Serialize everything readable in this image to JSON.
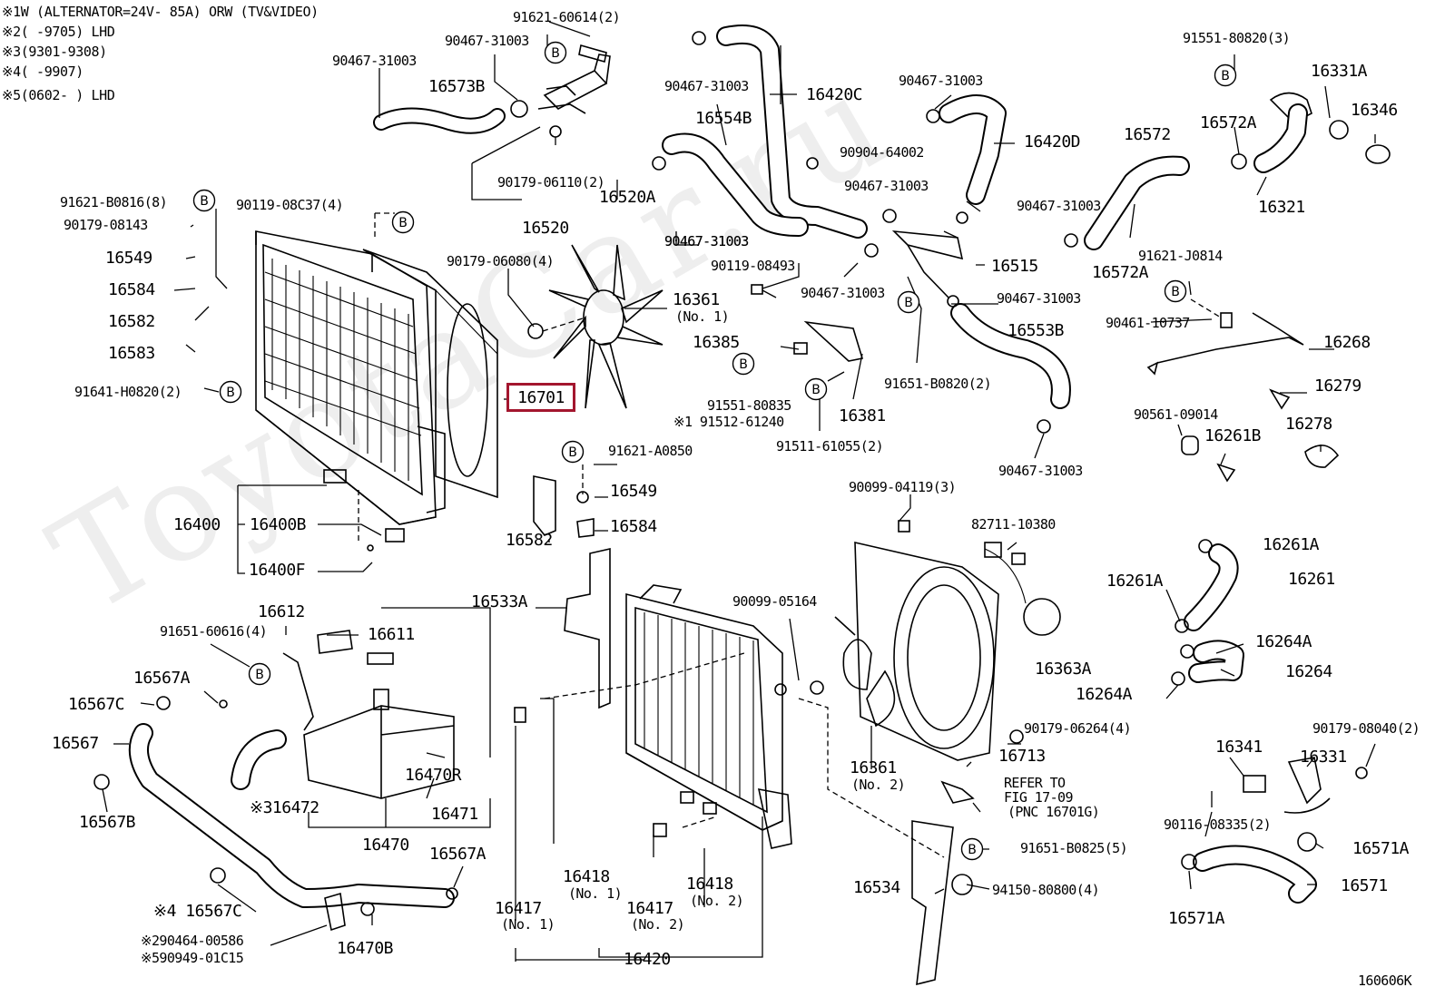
{
  "notes": [
    "※1W (ALTERNATOR=24V- 85A) ORW (TV&VIDEO)",
    "※2(      -9705) LHD",
    "※3(9301-9308)",
    "※4(      -9907)",
    "※5(0602-      ) LHD"
  ],
  "watermark": "ToyotaCar.ru",
  "highlighted_part": "16701",
  "ref_letter": "B",
  "diagram_code": "160606K",
  "refer": {
    "line1": "REFER TO",
    "line2": "FIG 17-09",
    "line3": "(PNC 16701G)"
  },
  "labels": {
    "p91621_60614": "91621-60614(2)",
    "p90467_31003_a": "90467-31003",
    "p90467_31003_b": "90467-31003",
    "p16573B": "16573B",
    "p90179_06110": "90179-06110(2)",
    "p16520A": "16520A",
    "p16520": "16520",
    "p91621_B0816": "91621-B0816(8)",
    "p90179_08143": "90179-08143",
    "p90119_08C37": "90119-08C37(4)",
    "p16549_a": "16549",
    "p16584_a": "16584",
    "p16582_a": "16582",
    "p16583": "16583",
    "p91641_H0820": "91641-H0820(2)",
    "p90179_06080": "90179-06080(4)",
    "p16361_1": "16361",
    "p16361_1s": "(No. 1)",
    "p16400": "16400",
    "p16400B": "16400B",
    "p16400F": "16400F",
    "p90467_31003_c": "90467-31003",
    "p16420C": "16420C",
    "p16554B": "16554B",
    "p90467_31003_d": "90467-31003",
    "p90467_31003_e": "90467-31003",
    "p90904_64002": "90904-64002",
    "p16420D": "16420D",
    "p90467_31003_f": "90467-31003",
    "p90467_31003_g": "90467-31003",
    "p90467_31003_h": "90467-31003",
    "p90119_08493": "90119-08493",
    "p90467_31003_i": "90467-31003",
    "p16515": "16515",
    "p90467_31003_j": "90467-31003",
    "p16385": "16385",
    "p16553B": "16553B",
    "p91651_B0820": "91651-B0820(2)",
    "p91551_80835": "91551-80835",
    "p91512_61240": "※1 91512-61240",
    "p16381": "16381",
    "p91511_61055": "91511-61055(2)",
    "p90467_31003_k": "90467-31003",
    "p91551_80820": "91551-80820(3)",
    "p16331A": "16331A",
    "p16346": "16346",
    "p16572": "16572",
    "p16572A_a": "16572A",
    "p16321": "16321",
    "p16572A_b": "16572A",
    "p91621_J0814": "91621-J0814",
    "p90461_10737": "90461-10737",
    "p16268": "16268",
    "p16279": "16279",
    "p90561_09014": "90561-09014",
    "p16278": "16278",
    "p16261B": "16261B",
    "p91621_A0850": "91621-A0850",
    "p16549_b": "16549",
    "p16584_b": "16584",
    "p16582_b": "16582",
    "p16533A": "16533A",
    "p90099_04119": "90099-04119(3)",
    "p82711_10380": "82711-10380",
    "p90099_05164": "90099-05164",
    "p16261A_a": "16261A",
    "p16261A_b": "16261A",
    "p16261": "16261",
    "p16264A_a": "16264A",
    "p16363A": "16363A",
    "p16264": "16264",
    "p16264A_b": "16264A",
    "p90179_06264": "90179-06264(4)",
    "p90179_08040": "90179-08040(2)",
    "p16713": "16713",
    "p16341": "16341",
    "p16331": "16331",
    "p16361_2": "16361",
    "p16361_2s": "(No. 2)",
    "p90116_08335": "90116-08335(2)",
    "p16571A_a": "16571A",
    "p16571A_b": "16571A",
    "p16571": "16571",
    "p91651_B0825": "91651-B0825(5)",
    "p94150_80800": "94150-80800(4)",
    "p16534": "16534",
    "p16612": "16612",
    "p91651_60616": "91651-60616(4)",
    "p16611": "16611",
    "p16567A_a": "16567A",
    "p16567C_a": "16567C",
    "p16567": "16567",
    "p16567B": "16567B",
    "p16470R": "16470R",
    "p16472": "※316472",
    "p16471": "16471",
    "p16470": "16470",
    "p16567A_b": "16567A",
    "p16567C_b": "※4 16567C",
    "p90464_00586": "※290464-00586",
    "p90949_01C15": "※590949-01C15",
    "p16470B": "16470B",
    "p16418_1": "16418",
    "p16418_1s": "(No. 1)",
    "p16418_2": "16418",
    "p16418_2s": "(No. 2)",
    "p16417_1": "16417",
    "p16417_1s": "(No. 1)",
    "p16417_2": "16417",
    "p16417_2s": "(No. 2)",
    "p16420": "16420"
  }
}
